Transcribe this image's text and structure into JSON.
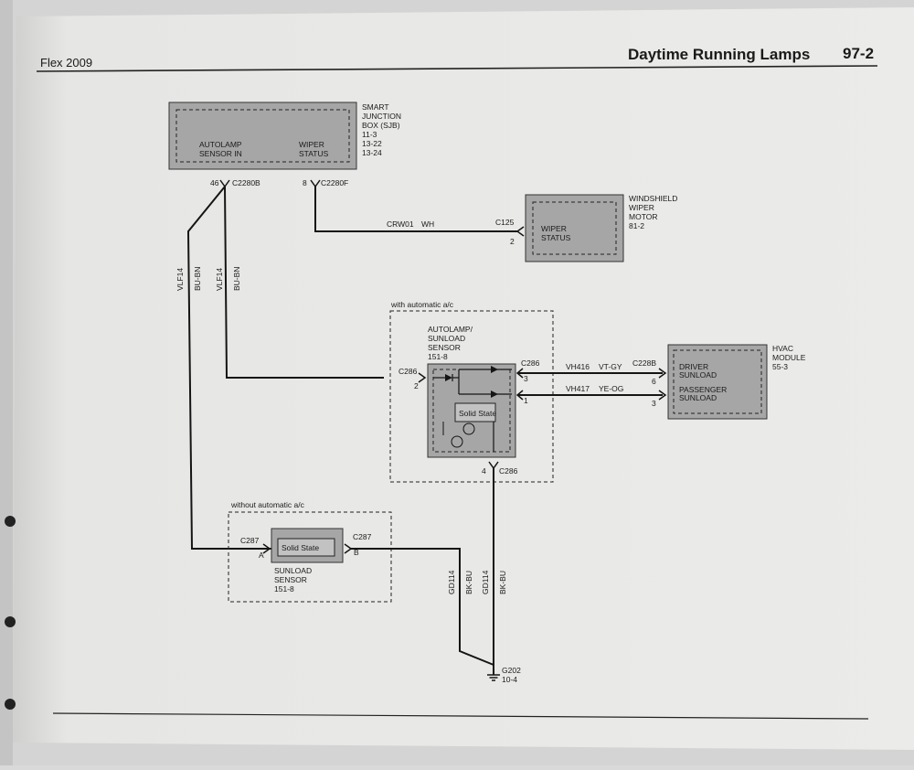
{
  "header": {
    "model": "Flex 2009",
    "title": "Daytime Running Lamps",
    "page": "97-2"
  },
  "sjb": {
    "name_lines": [
      "SMART",
      "JUNCTION",
      "BOX (SJB)",
      "11-3",
      "13-22",
      "13-24"
    ],
    "autolamp_lines": [
      "AUTOLAMP",
      "SENSOR IN"
    ],
    "wiper_lines": [
      "WIPER",
      "STATUS"
    ],
    "pin_autolamp": "46",
    "conn_autolamp": "C2280B",
    "pin_wiper": "8",
    "conn_wiper": "C2280F"
  },
  "wiper_motor": {
    "name_lines": [
      "WINDSHIELD",
      "WIPER",
      "MOTOR",
      "81-2"
    ],
    "status_lines": [
      "WIPER",
      "STATUS"
    ],
    "connector": "C125",
    "pin": "2",
    "circuit": "CRW01",
    "color": "WH"
  },
  "wires": {
    "vlf14_a": "VLF14",
    "bubn_a": "BU-BN",
    "vlf14_b": "VLF14",
    "bubn_b": "BU-BN",
    "gd114_a": "GD114",
    "bkbu_a": "BK-BU",
    "gd114_b": "GD114",
    "bkbu_b": "BK-BU"
  },
  "auto_ac": {
    "caption": "with automatic a/c",
    "sensor_lines": [
      "AUTOLAMP/",
      "SUNLOAD",
      "SENSOR",
      "151-8"
    ],
    "solid_state": "Solid State",
    "conn_left": "C286",
    "pin_left": "2",
    "conn_right": "C286",
    "pin_3": "3",
    "pin_1": "1",
    "pin_4": "4",
    "conn_bottom": "C286"
  },
  "hvac": {
    "name_lines": [
      "HVAC",
      "MODULE",
      "55-3"
    ],
    "driver_lines": [
      "DRIVER",
      "SUNLOAD"
    ],
    "passenger_lines": [
      "PASSENGER",
      "SUNLOAD"
    ],
    "connector": "C228B",
    "pin_driver": "6",
    "pin_passenger": "3",
    "circuit_1": "VH416",
    "color_1": "VT-GY",
    "circuit_2": "VH417",
    "color_2": "YE-OG"
  },
  "manual_ac": {
    "caption": "without automatic a/c",
    "solid_state": "Solid State",
    "conn_a": "C287",
    "pin_a": "A",
    "conn_b": "C287",
    "pin_b": "B",
    "sensor_lines": [
      "SUNLOAD",
      "SENSOR",
      "151-8"
    ]
  },
  "ground": {
    "id": "G202",
    "ref": "10-4"
  },
  "colors": {
    "paper": "#e8e8e6",
    "component_fill": "#a6a6a6",
    "wire": "#151515"
  }
}
